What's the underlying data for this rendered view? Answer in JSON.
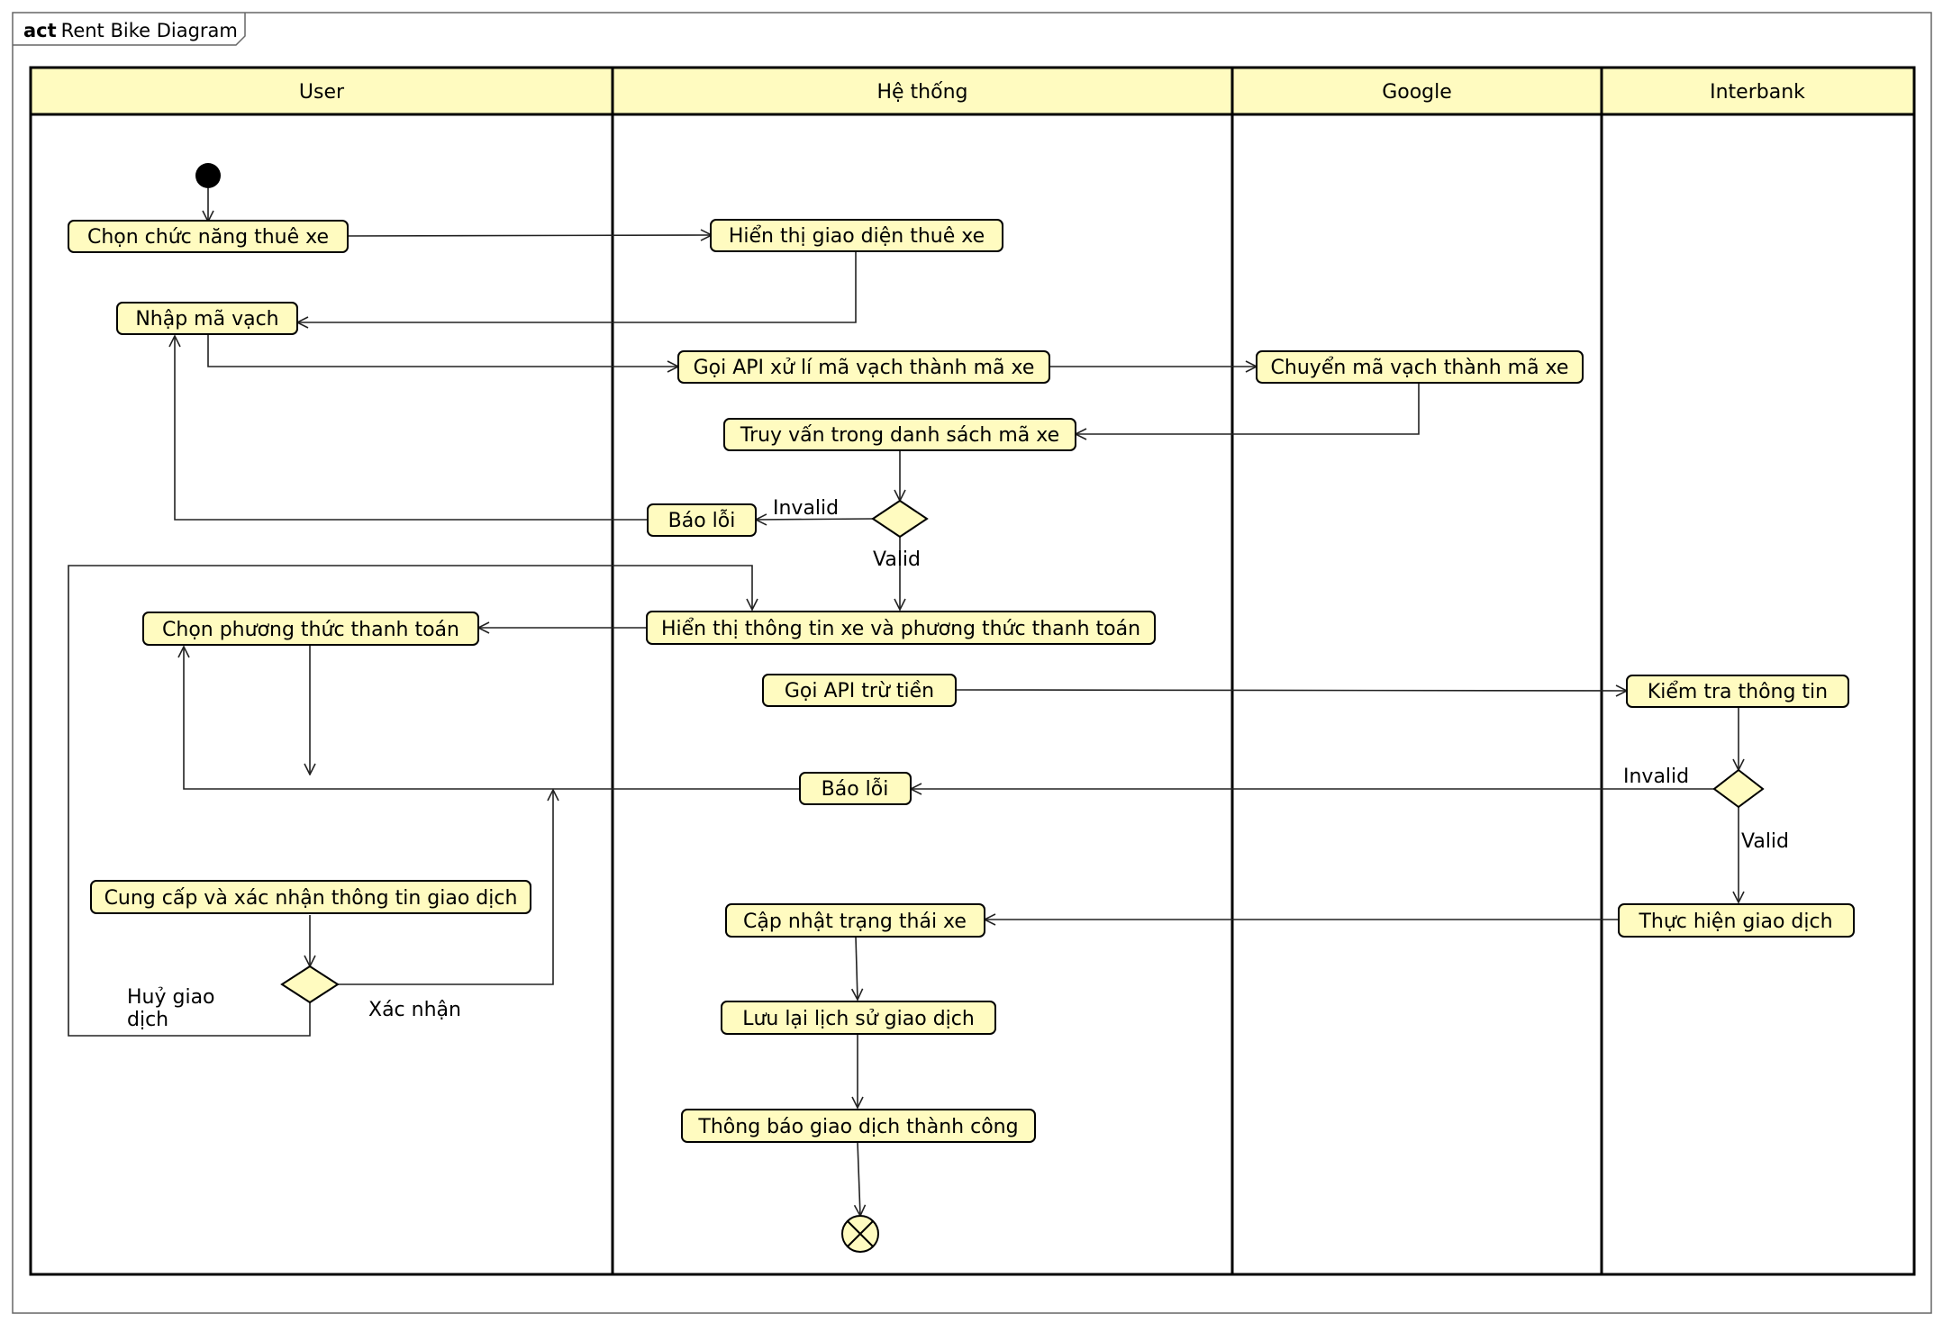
{
  "frame": {
    "keyword": "act",
    "name": "Rent Bike Diagram"
  },
  "colors": {
    "node_fill": "#fffbc0",
    "lane_header_fill": "#fffbc0",
    "stroke": "#000000",
    "edge": "#222222"
  },
  "lanes": [
    "User",
    "Hệ thống",
    "Google",
    "Interbank"
  ],
  "actions": {
    "choose_rent": "Chọn chức năng thuê xe",
    "show_rent_ui": "Hiển thị giao diện thuê xe",
    "enter_barcode": "Nhập mã vạch",
    "call_barcode_api": "Gọi API xử lí mã vạch thành mã xe",
    "convert_barcode": "Chuyển mã vạch thành mã xe",
    "query_bike_list": "Truy vấn trong danh sách mã xe",
    "error_1": "Báo lỗi",
    "show_bike_info": "Hiển thị thông tin xe và phương thức thanh toán",
    "choose_payment": "Chọn phương thức thanh toán",
    "call_deduct_api": "Gọi API trừ tiền",
    "check_info": "Kiểm tra thông tin",
    "error_2": "Báo lỗi",
    "provide_confirm": "Cung cấp và xác nhận thông tin giao dịch",
    "update_bike_status": "Cập nhật trạng thái xe",
    "perform_transaction": "Thực hiện giao dịch",
    "save_history": "Lưu lại lịch sử giao dịch",
    "notify_success": "Thông báo giao dịch thành công"
  },
  "guards": {
    "invalid_1": "Invalid",
    "valid_1": "Valid",
    "invalid_2": "Invalid",
    "valid_2": "Valid",
    "cancel_line1": "Huỷ giao",
    "cancel_line2": "dịch",
    "confirm": "Xác nhận"
  }
}
